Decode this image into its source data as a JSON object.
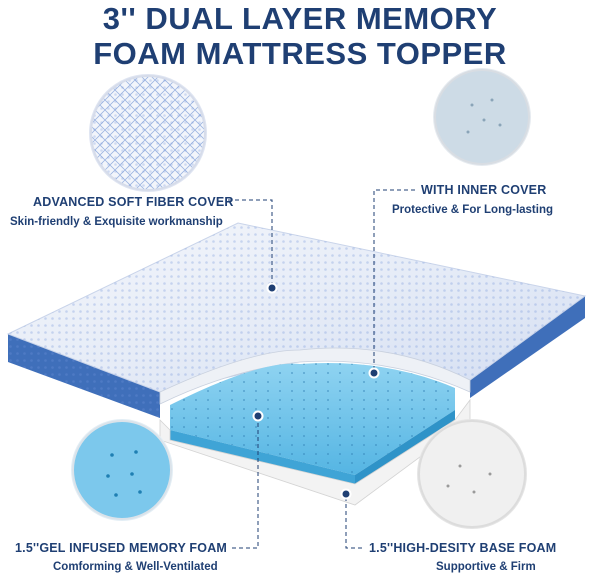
{
  "title": {
    "line1": "3'' DUAL LAYER MEMORY",
    "line2": "FOAM MATTRESS TOPPER"
  },
  "callouts": {
    "fiber_cover": {
      "title": "ADVANCED SOFT FIBER COVER",
      "subtitle": "Skin-friendly & Exquisite workmanship"
    },
    "inner_cover": {
      "title": "WITH INNER COVER",
      "subtitle": "Protective & For Long-lasting"
    },
    "gel_foam": {
      "title": "1.5''GEL INFUSED MEMORY FOAM",
      "subtitle": "Comforming & Well-Ventilated"
    },
    "base_foam": {
      "title": "1.5''HIGH-DESITY BASE FOAM",
      "subtitle": "Supportive & Firm"
    }
  },
  "colors": {
    "text": "#1f3f73",
    "cover_blue": "#3a6fc0",
    "gel_blue": "#6cc3ea",
    "base_white": "#f4f4f4"
  },
  "icons": [
    "fiber-cover-closeup-icon",
    "inner-cover-closeup-icon",
    "gel-foam-closeup-icon",
    "base-foam-closeup-icon"
  ]
}
